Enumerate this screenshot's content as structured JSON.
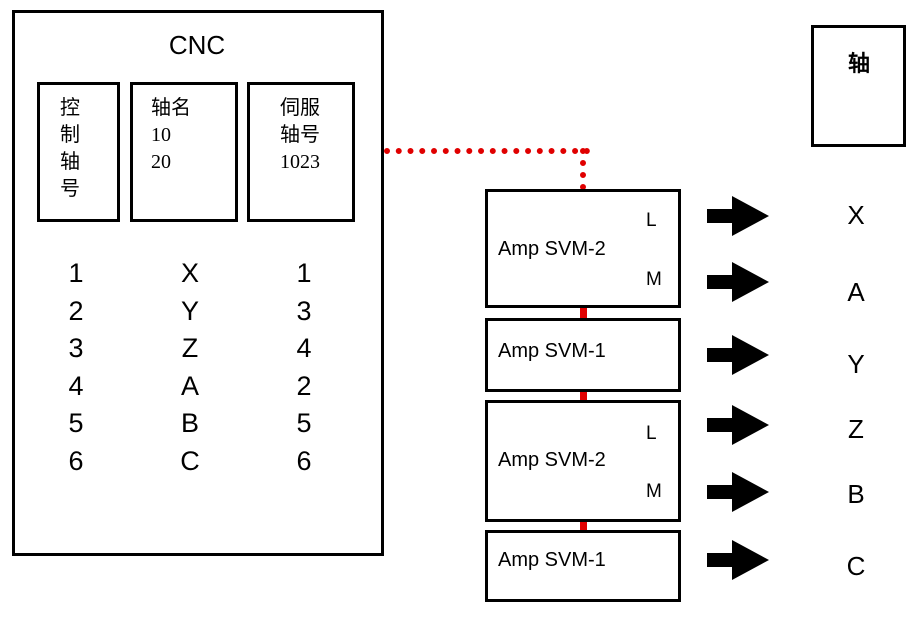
{
  "cnc": {
    "title": "CNC",
    "headers": {
      "control_axis": "控\n制\n轴\n号",
      "axis_name": "轴名\n10\n20",
      "servo_axis": "伺服\n轴号\n1023"
    },
    "rows": [
      {
        "control": "1",
        "name": "X",
        "servo": "1"
      },
      {
        "control": "2",
        "name": "Y",
        "servo": "3"
      },
      {
        "control": "3",
        "name": "Z",
        "servo": "4"
      },
      {
        "control": "4",
        "name": "A",
        "servo": "2"
      },
      {
        "control": "5",
        "name": "B",
        "servo": "5"
      },
      {
        "control": "6",
        "name": "C",
        "servo": "6"
      }
    ]
  },
  "amplifiers": [
    {
      "label": "Amp  SVM-2",
      "ports": [
        "L",
        "M"
      ]
    },
    {
      "label": "Amp  SVM-1",
      "ports": []
    },
    {
      "label": "Amp  SVM-2",
      "ports": [
        "L",
        "M"
      ]
    },
    {
      "label": "Amp  SVM-1",
      "ports": []
    }
  ],
  "outputs": [
    "X",
    "A",
    "Y",
    "Z",
    "B",
    "C"
  ],
  "legend": {
    "label": "轴"
  },
  "colors": {
    "link": "#e00000",
    "line": "#000000"
  }
}
